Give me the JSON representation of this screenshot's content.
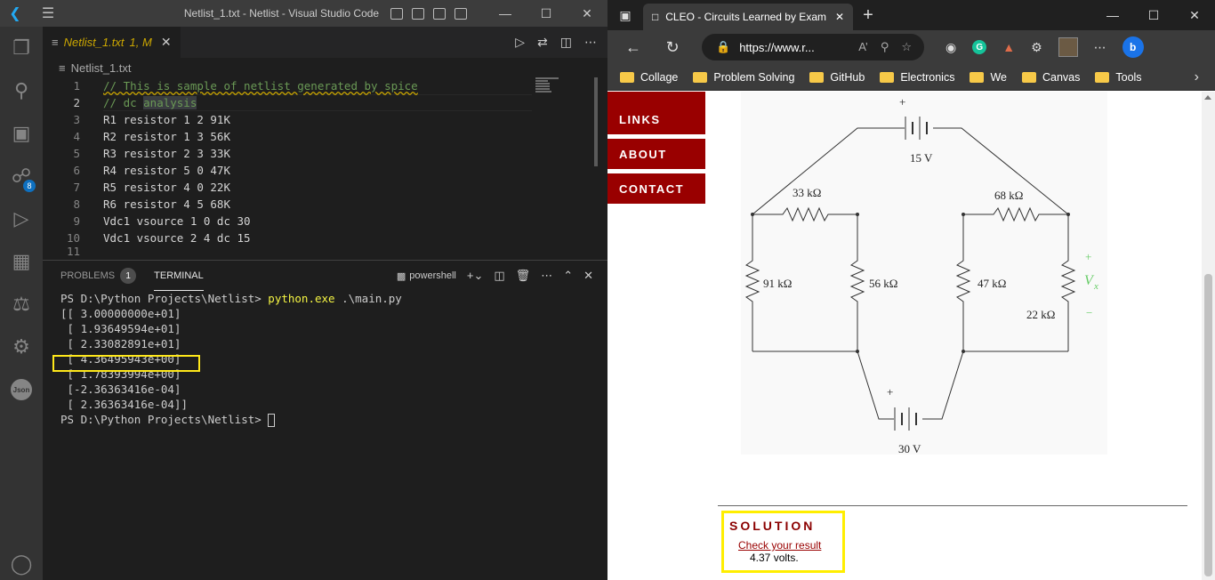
{
  "vscode": {
    "title": "Netlist_1.txt - Netlist - Visual Studio Code",
    "tab": {
      "label": "Netlist_1.txt",
      "status": "1, M"
    },
    "breadcrumb": "Netlist_1.txt",
    "activity_badge": "8",
    "json_icon_label": "Json",
    "lines": [
      {
        "num": "1",
        "text": "// This is sample of netlist generated by spice"
      },
      {
        "num": "2",
        "text_a": "// dc ",
        "text_b": "analysis"
      },
      {
        "num": "3",
        "text": "R1 resistor 1 2 91K"
      },
      {
        "num": "4",
        "text": "R2 resistor 1 3 56K"
      },
      {
        "num": "5",
        "text": "R3 resistor 2 3 33K"
      },
      {
        "num": "6",
        "text": "R4 resistor 5 0 47K"
      },
      {
        "num": "7",
        "text": "R5 resistor 4 0 22K"
      },
      {
        "num": "8",
        "text": "R6 resistor 4 5 68K"
      },
      {
        "num": "9",
        "text": "Vdc1 vsource 1 0 dc 30"
      },
      {
        "num": "10",
        "text": "Vdc1 vsource 2 4 dc 15"
      },
      {
        "num": "11",
        "text": ""
      }
    ],
    "panel": {
      "problems_label": "PROBLEMS",
      "problems_count": "1",
      "terminal_label": "TERMINAL",
      "shell": "powershell"
    },
    "terminal": {
      "prompt": "PS D:\\Python Projects\\Netlist> ",
      "command": "python.exe",
      "command_args": " .\\main.py",
      "output": [
        "[[ 3.00000000e+01]",
        " [ 1.93649594e+01]",
        " [ 2.33082891e+01]",
        " [ 4.36495943e+00]",
        " [ 1.78393994e+00]",
        " [-2.36363416e-04]",
        " [ 2.36363416e-04]]"
      ],
      "final_prompt": "PS D:\\Python Projects\\Netlist> "
    }
  },
  "browser": {
    "tab_title": "CLEO - Circuits Learned by Exam",
    "url": "https://www.r...",
    "favorites": [
      "Collage",
      "Problem Solving",
      "GitHub",
      "Electronics",
      "We",
      "Canvas",
      "Tools"
    ],
    "menu": [
      "LINKS",
      "ABOUT",
      "CONTACT"
    ],
    "circuit_labels": {
      "v_top": "15 V",
      "v_bottom": "30 V",
      "r33": "33 kΩ",
      "r68": "68 kΩ",
      "r91": "91 kΩ",
      "r56": "56 kΩ",
      "r47": "47 kΩ",
      "r22": "22 kΩ",
      "plus": "+",
      "minus": "−",
      "vx": "V",
      "vx_sub": "x"
    },
    "solution": {
      "title": "SOLUTION",
      "link": "Check your result",
      "value": "4.37 volts."
    }
  },
  "colors": {
    "highlight_box": "#ffe81a",
    "menu_bg": "#990000",
    "solution_border": "#ffee00",
    "vx_color": "#66cc66"
  }
}
